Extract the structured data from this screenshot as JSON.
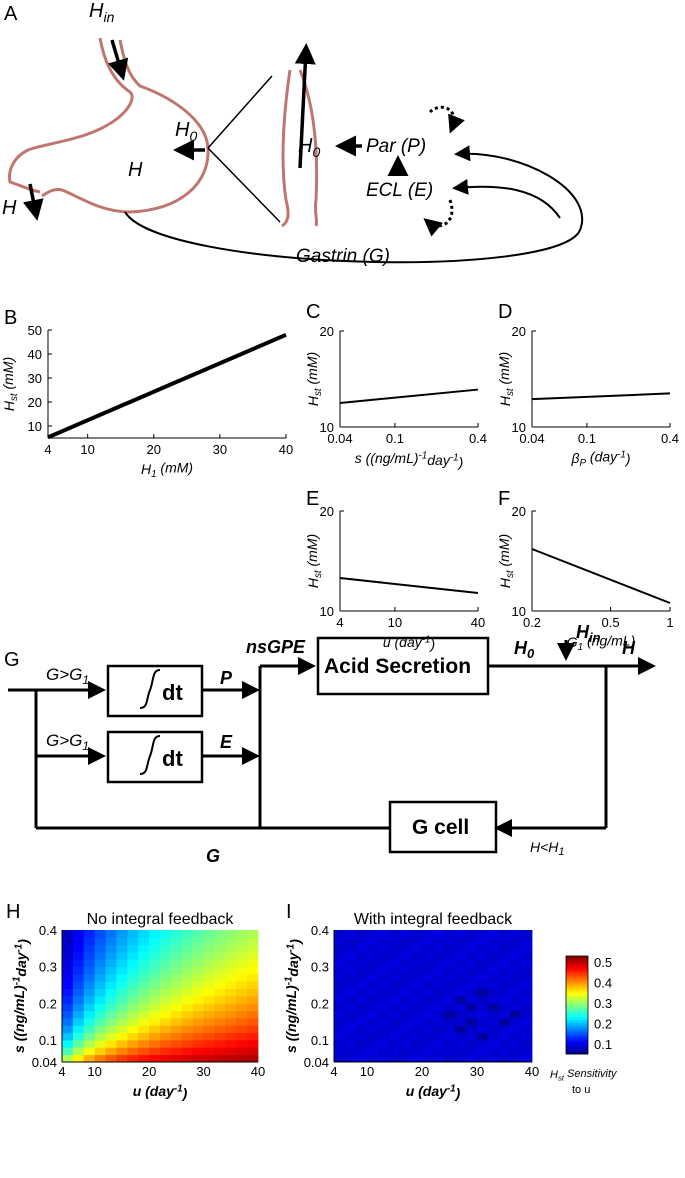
{
  "panel_letters": [
    "A",
    "B",
    "C",
    "D",
    "E",
    "F",
    "G",
    "H",
    "I"
  ],
  "diagram_a": {
    "h_in": "H",
    "h_in_sub": "in",
    "h0_sub": "0",
    "h_inside": "H",
    "h_out": "H",
    "par": "Par (P)",
    "ecl": "ECL (E)",
    "gastrin": "Gastrin (G)"
  },
  "chart_data": [
    {
      "type": "line",
      "panel": "B",
      "x": [
        4,
        40
      ],
      "y": [
        5.3,
        48
      ],
      "xlim": [
        4,
        40
      ],
      "ylim": [
        5,
        50
      ],
      "xticks": [
        4,
        10,
        20,
        30,
        40
      ],
      "yticks": [
        10,
        20,
        30,
        40,
        50
      ],
      "xlabel": "H",
      "xlabel_sub": "1",
      "xlabel_unit": "(mM)",
      "ylabel": "H",
      "ylabel_sub": "st",
      "ylabel_unit": "(mM)"
    },
    {
      "type": "line",
      "panel": "C",
      "xscale": "log",
      "x": [
        0.04,
        0.4
      ],
      "y": [
        12.5,
        13.9
      ],
      "xlim": [
        0.04,
        0.4
      ],
      "ylim": [
        10,
        20
      ],
      "xticks": [
        0.04,
        0.1,
        0.4
      ],
      "yticks": [
        10,
        20
      ],
      "xlabel": "s ((ng/mL)",
      "xlabel_sup": "-1",
      "xlabel_tail": "day",
      "xlabel_sup2": "-1",
      "xlabel_close": ")",
      "ylabel": "H",
      "ylabel_sub": "st",
      "ylabel_unit": "(mM)"
    },
    {
      "type": "line",
      "panel": "D",
      "xscale": "log",
      "x": [
        0.04,
        0.4
      ],
      "y": [
        12.9,
        13.5
      ],
      "xlim": [
        0.04,
        0.4
      ],
      "ylim": [
        10,
        20
      ],
      "xticks": [
        0.04,
        0.1,
        0.4
      ],
      "yticks": [
        10,
        20
      ],
      "xlabel": "β",
      "xlabel_sub": "P",
      "xlabel_unit": "(day",
      "xlabel_sup": "-1",
      "xlabel_close": ")",
      "ylabel": "H",
      "ylabel_sub": "st",
      "ylabel_unit": "(mM)"
    },
    {
      "type": "line",
      "panel": "E",
      "xscale": "log",
      "x": [
        4,
        40
      ],
      "y": [
        13.3,
        11.8
      ],
      "xlim": [
        4,
        40
      ],
      "ylim": [
        10,
        20
      ],
      "xticks": [
        4,
        10,
        40
      ],
      "yticks": [
        10,
        20
      ],
      "xlabel": "u (day",
      "xlabel_sup": "-1",
      "xlabel_close": ")",
      "ylabel": "H",
      "ylabel_sub": "st",
      "ylabel_unit": "(mM)"
    },
    {
      "type": "line",
      "panel": "F",
      "xscale": "log",
      "x": [
        0.2,
        1
      ],
      "y": [
        16.2,
        10.8
      ],
      "xlim": [
        0.2,
        1
      ],
      "ylim": [
        10,
        20
      ],
      "xticks": [
        0.2,
        0.5,
        1
      ],
      "yticks": [
        10,
        20
      ],
      "xlabel": "G",
      "xlabel_sub": "1",
      "xlabel_unit": "(ng/mL)",
      "ylabel": "H",
      "ylabel_sub": "st",
      "ylabel_unit": "(mM)"
    },
    {
      "type": "heatmap",
      "panel": "H",
      "title": "No integral feedback",
      "xlim": [
        4,
        40
      ],
      "ylim": [
        0.04,
        0.4
      ],
      "cols": 18,
      "rows": 18,
      "xticks": [
        4,
        10,
        20,
        30,
        40
      ],
      "yticks": [
        0.04,
        0.1,
        0.2,
        0.3,
        0.4
      ],
      "xlabel": "u (day",
      "xlabel_sup": "-1",
      "xlabel_close": ")",
      "ylabel": "s ((ng/mL)",
      "ylabel_sup": "-1",
      "ylabel_tail": "day",
      "ylabel_sup2": "-1",
      "ylabel_close": ")",
      "model": "a*u/(u+b*s)",
      "a": 0.56,
      "b": 80
    },
    {
      "type": "heatmap",
      "panel": "I",
      "title": "With integral feedback",
      "xlim": [
        4,
        40
      ],
      "ylim": [
        0.04,
        0.4
      ],
      "cols": 18,
      "rows": 18,
      "xticks": [
        4,
        10,
        20,
        30,
        40
      ],
      "yticks": [
        0.04,
        0.1,
        0.2,
        0.3,
        0.4
      ],
      "xlabel": "u (day",
      "xlabel_sup": "-1",
      "xlabel_close": ")",
      "ylabel": "s ((ng/mL)",
      "ylabel_sup": "-1",
      "ylabel_tail": "day",
      "ylabel_sup2": "-1",
      "ylabel_close": ")",
      "base": 0.09,
      "dark_cells": [
        [
          11,
          4
        ],
        [
          12,
          5
        ],
        [
          13,
          3
        ],
        [
          10,
          6
        ],
        [
          14,
          7
        ],
        [
          12,
          7
        ],
        [
          15,
          5
        ],
        [
          11,
          8
        ],
        [
          13,
          9
        ],
        [
          16,
          6
        ]
      ]
    }
  ],
  "colorbar": {
    "ticks": [
      0.1,
      0.2,
      0.3,
      0.4,
      0.5
    ],
    "range": [
      0.05,
      0.53
    ],
    "label_main": "H",
    "label_sub": "st",
    "label_rest": "Sensitivity",
    "label_line2": "to u"
  },
  "diagram_g": {
    "gg1": "G>G",
    "gg1_sub": "1",
    "integral": "dt",
    "p": "P",
    "e": "E",
    "nsgpe": "nsGPE",
    "acid": "Acid Secretion",
    "h0": "H",
    "h0_sub": "0",
    "hin": "H",
    "hin_sub": "in",
    "h": "H",
    "gcell": "G cell",
    "hlth1": "H<H",
    "hlth1_sub": "1",
    "g": "G"
  },
  "colors": {
    "stomach": "#c0766e",
    "line": "#000000"
  }
}
